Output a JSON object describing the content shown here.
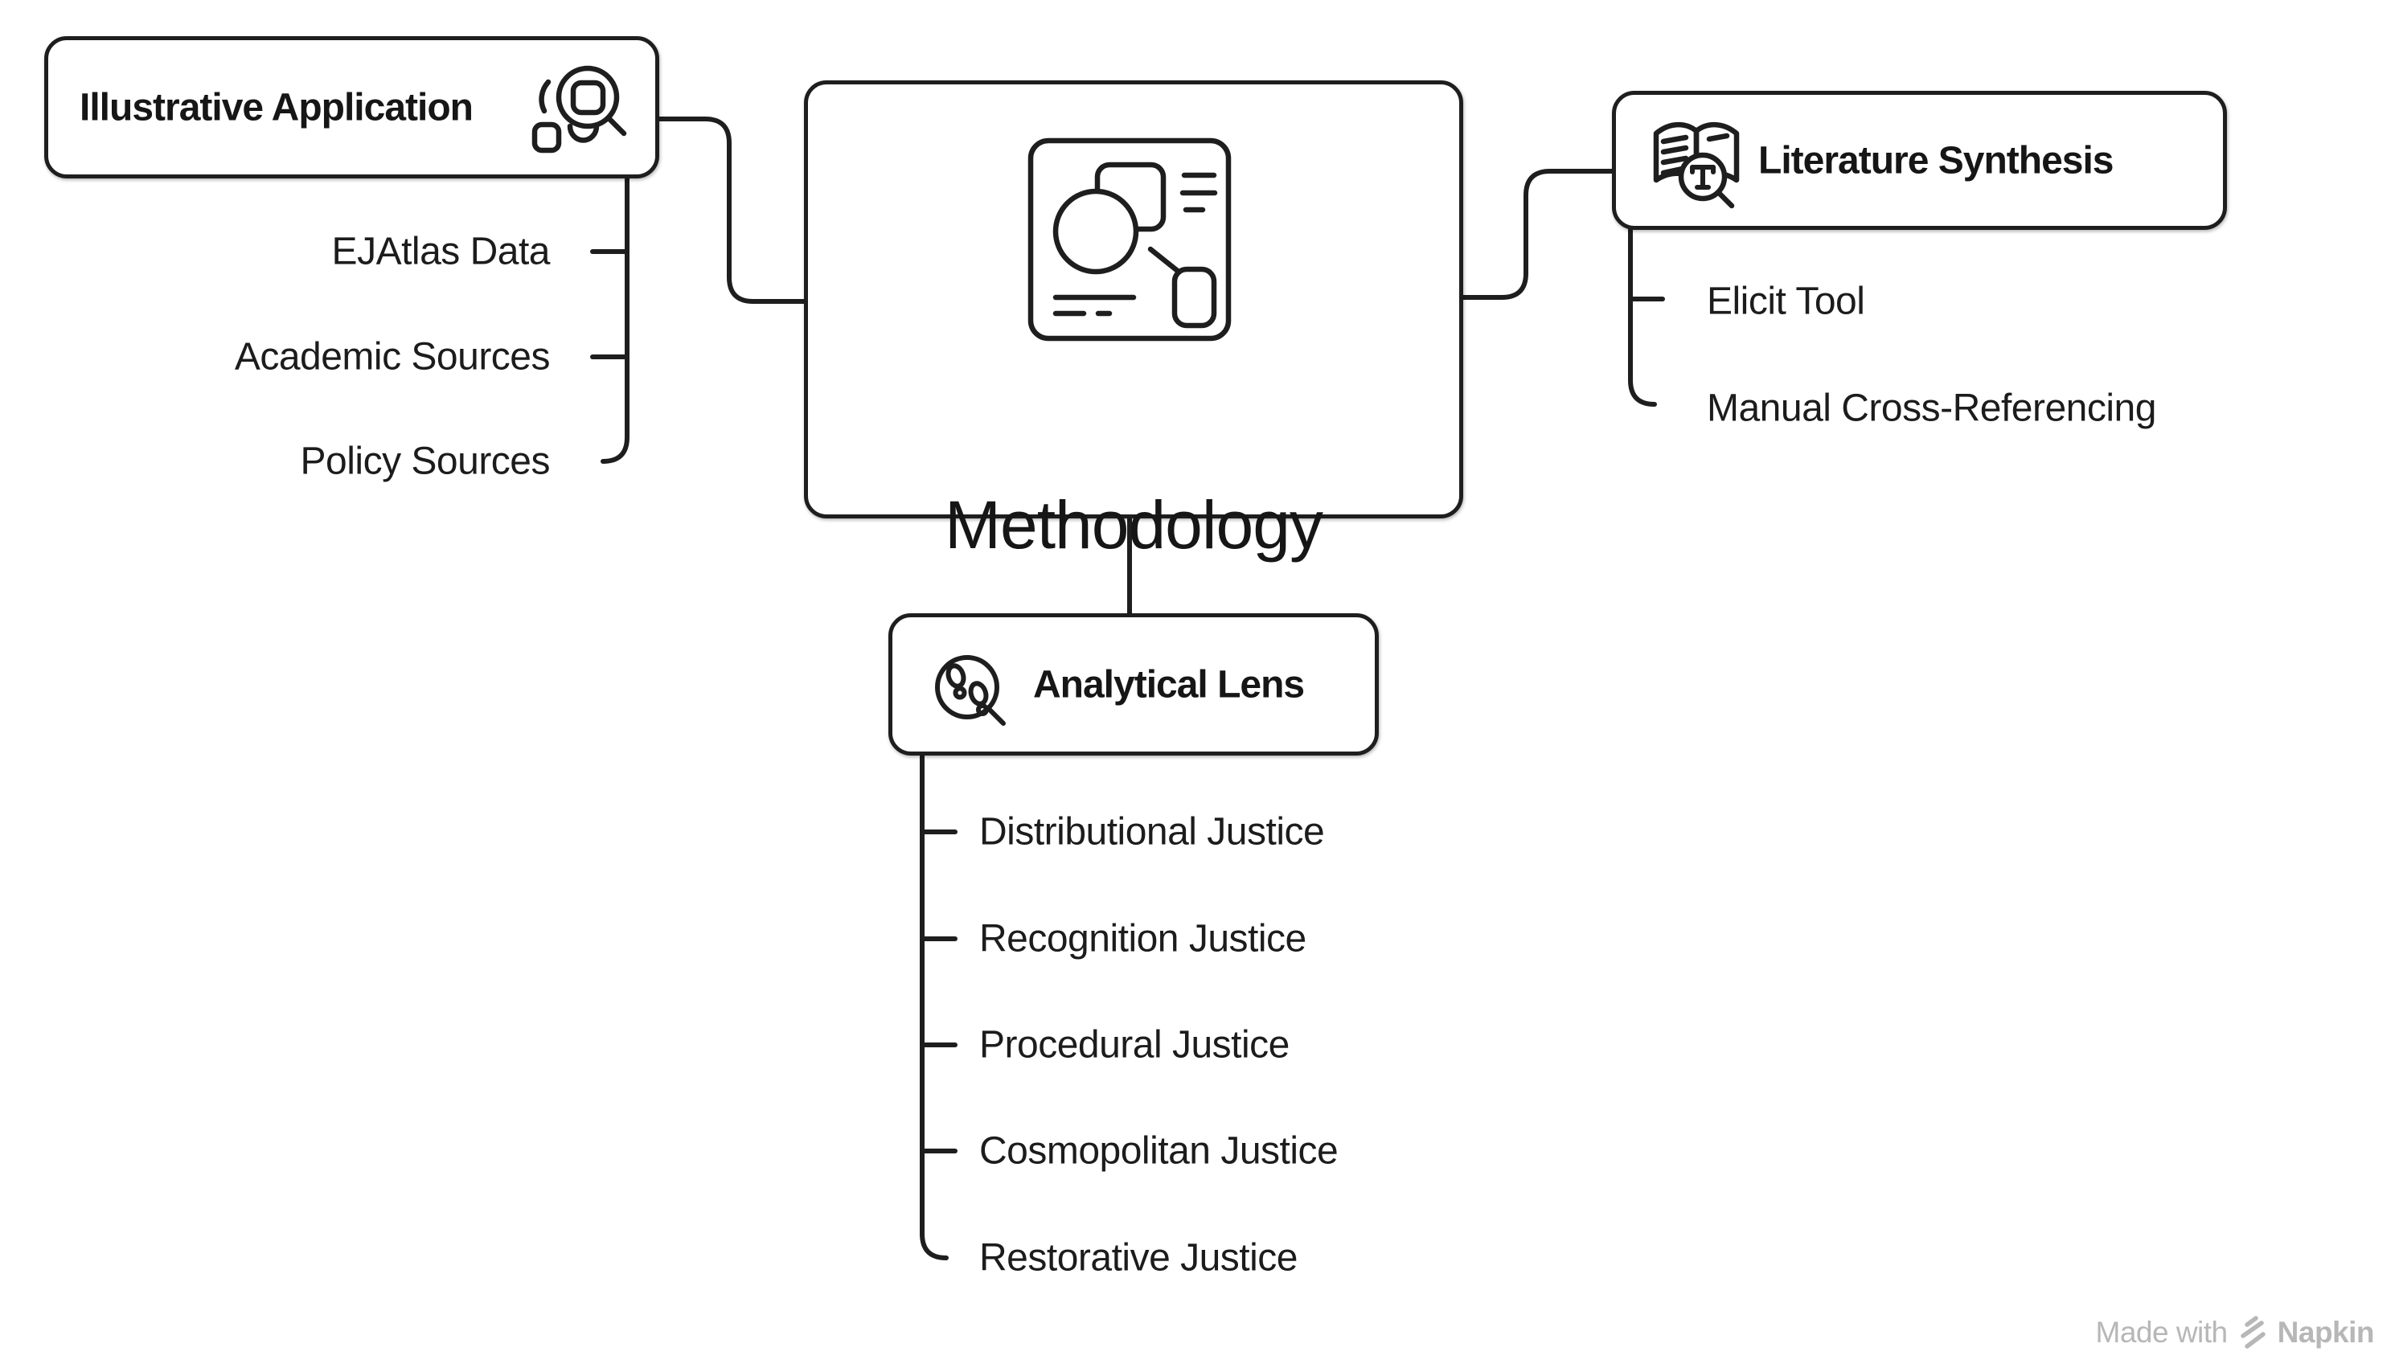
{
  "root": {
    "label": "Methodology",
    "icon": "document-diagram-icon"
  },
  "branches": [
    {
      "label": "Illustrative Application",
      "icon": "object-search-icon",
      "children": [
        "EJAtlas Data",
        "Academic Sources",
        "Policy Sources"
      ]
    },
    {
      "label": "Literature Synthesis",
      "icon": "book-search-icon",
      "children": [
        "Elicit Tool",
        "Manual Cross-Referencing"
      ]
    },
    {
      "label": "Analytical Lens",
      "icon": "footprints-search-icon",
      "children": [
        "Distributional Justice",
        "Recognition Justice",
        "Procedural Justice",
        "Cosmopolitan Justice",
        "Restorative Justice"
      ]
    }
  ],
  "watermark": {
    "prefix": "Made with",
    "brand": "Napkin",
    "icon": "napkin-logo-icon"
  },
  "colors": {
    "ink": "#1e1e1e",
    "text": "#161616",
    "watermark_gray": "#b7b7b7",
    "background": "#ffffff"
  }
}
